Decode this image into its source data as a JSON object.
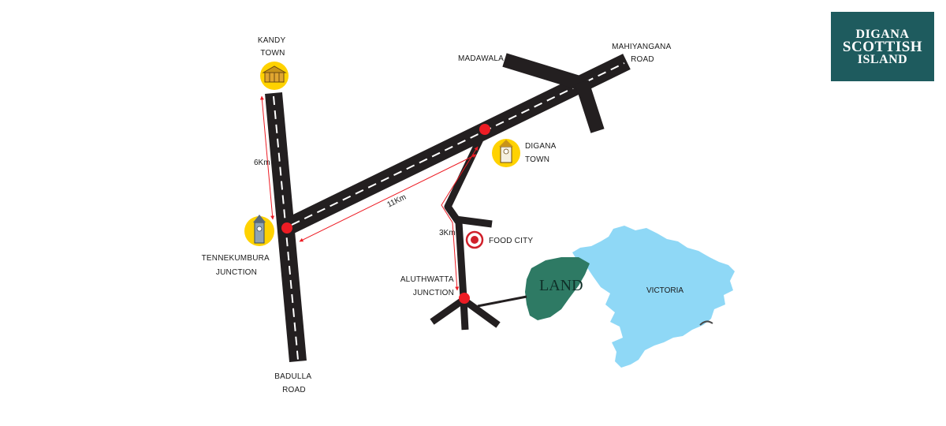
{
  "logo": {
    "line1": "DIGANA",
    "line2": "SCOTTISH",
    "line3": "ISLAND",
    "background": "#1e5b5e"
  },
  "places": {
    "kandy_line1": "KANDY",
    "kandy_line2": "TOWN",
    "tennekumbura_line1": "TENNEKUMBURA",
    "tennekumbura_line2": "JUNCTION",
    "badulla_line1": "BADULLA",
    "badulla_line2": "ROAD",
    "madawala": "MADAWALA",
    "mahiyangana_line1": "MAHIYANGANA",
    "mahiyangana_line2": "ROAD",
    "digana_line1": "DIGANA",
    "digana_line2": "TOWN",
    "food_city": "FOOD CITY",
    "aluthwatta_line1": "ALUTHWATTA",
    "aluthwatta_line2": "JUNCTION"
  },
  "distances": {
    "kandy_to_tennekumbura": "6Km",
    "tennekumbura_to_digana": "11Km",
    "digana_to_aluthwatta": "3Km"
  },
  "areas": {
    "land": "LAND",
    "lake": "VICTORIA"
  },
  "icons": {
    "kandy": "temple-icon",
    "tennekumbura": "clock-tower-icon",
    "digana": "clock-tower-icon",
    "food_city": "food-city-logo-icon"
  },
  "colors": {
    "road": "#231f20",
    "road_dash": "#ffffff",
    "junction_marker": "#ed1c24",
    "distance_arrow": "#ed1c24",
    "icon_circle": "#ffd200",
    "land": "#2e7a64",
    "lake": "#8fd8f6"
  }
}
